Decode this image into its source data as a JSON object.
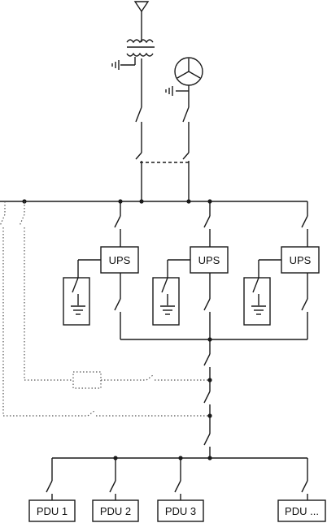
{
  "labels": {
    "ups_1": "UPS",
    "ups_2": "UPS",
    "ups_3": "UPS",
    "pdu_1": "PDU 1",
    "pdu_2": "PDU 2",
    "pdu_3": "PDU 3",
    "pdu_4": "PDU ..."
  },
  "colors": {
    "line": "#1a1a1a",
    "dotted": "#555555",
    "background": "#ffffff"
  }
}
